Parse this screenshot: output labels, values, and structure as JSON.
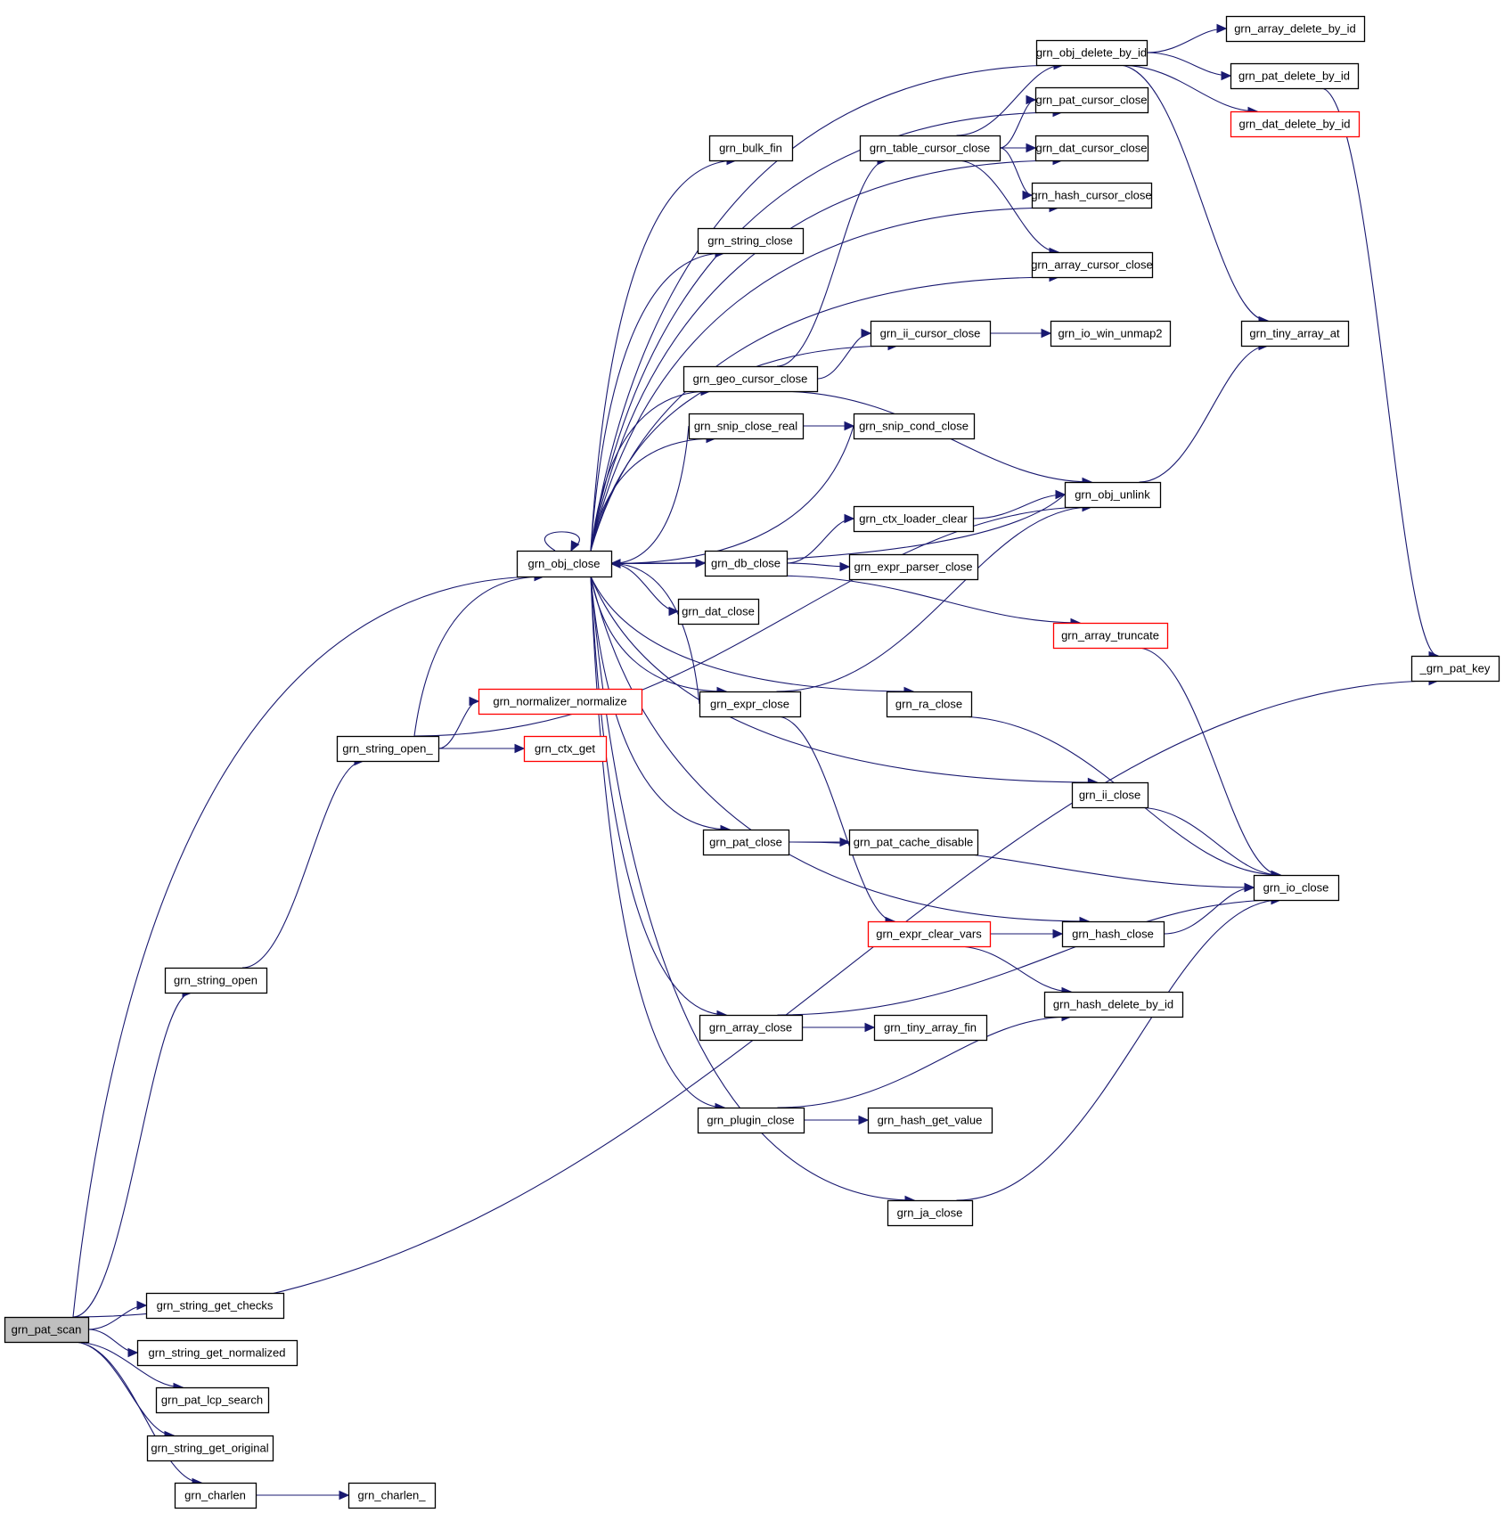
{
  "title": "grn_pat_scan call graph",
  "colors": {
    "edge": "#191970",
    "node_border": "#000000",
    "node_border_truncated": "#ff0000",
    "root_fill": "#bfbfbf"
  },
  "nodes": [
    {
      "id": "grn_pat_scan",
      "label": "grn_pat_scan",
      "style": "root"
    },
    {
      "id": "grn_string_open",
      "label": "grn_string_open",
      "style": "normal"
    },
    {
      "id": "grn_string_open_",
      "label": "grn_string_open_",
      "style": "normal"
    },
    {
      "id": "grn_normalizer_normalize",
      "label": "grn_normalizer_normalize",
      "style": "truncated"
    },
    {
      "id": "grn_ctx_get",
      "label": "grn_ctx_get",
      "style": "truncated"
    },
    {
      "id": "grn_obj_close",
      "label": "grn_obj_close",
      "style": "normal"
    },
    {
      "id": "grn_bulk_fin",
      "label": "grn_bulk_fin",
      "style": "normal"
    },
    {
      "id": "grn_string_close",
      "label": "grn_string_close",
      "style": "normal"
    },
    {
      "id": "grn_geo_cursor_close",
      "label": "grn_geo_cursor_close",
      "style": "normal"
    },
    {
      "id": "grn_snip_close_real",
      "label": "grn_snip_close_real",
      "style": "normal"
    },
    {
      "id": "grn_db_close",
      "label": "grn_db_close",
      "style": "normal"
    },
    {
      "id": "grn_dat_close",
      "label": "grn_dat_close",
      "style": "normal"
    },
    {
      "id": "grn_expr_close",
      "label": "grn_expr_close",
      "style": "normal"
    },
    {
      "id": "grn_pat_close",
      "label": "grn_pat_close",
      "style": "normal"
    },
    {
      "id": "grn_array_close",
      "label": "grn_array_close",
      "style": "normal"
    },
    {
      "id": "grn_plugin_close",
      "label": "grn_plugin_close",
      "style": "normal"
    },
    {
      "id": "grn_table_cursor_close",
      "label": "grn_table_cursor_close",
      "style": "normal"
    },
    {
      "id": "grn_ii_cursor_close",
      "label": "grn_ii_cursor_close",
      "style": "normal"
    },
    {
      "id": "grn_snip_cond_close",
      "label": "grn_snip_cond_close",
      "style": "normal"
    },
    {
      "id": "grn_ctx_loader_clear",
      "label": "grn_ctx_loader_clear",
      "style": "normal"
    },
    {
      "id": "grn_expr_parser_close",
      "label": "grn_expr_parser_close",
      "style": "normal"
    },
    {
      "id": "grn_ra_close",
      "label": "grn_ra_close",
      "style": "normal"
    },
    {
      "id": "grn_pat_cache_disable",
      "label": "grn_pat_cache_disable",
      "style": "normal"
    },
    {
      "id": "grn_expr_clear_vars",
      "label": "grn_expr_clear_vars",
      "style": "truncated"
    },
    {
      "id": "grn_tiny_array_fin",
      "label": "grn_tiny_array_fin",
      "style": "normal"
    },
    {
      "id": "grn_hash_get_value",
      "label": "grn_hash_get_value",
      "style": "normal"
    },
    {
      "id": "grn_ja_close",
      "label": "grn_ja_close",
      "style": "normal"
    },
    {
      "id": "grn_obj_delete_by_id",
      "label": "grn_obj_delete_by_id",
      "style": "normal"
    },
    {
      "id": "grn_pat_cursor_close",
      "label": "grn_pat_cursor_close",
      "style": "normal"
    },
    {
      "id": "grn_dat_cursor_close",
      "label": "grn_dat_cursor_close",
      "style": "normal"
    },
    {
      "id": "grn_hash_cursor_close",
      "label": "grn_hash_cursor_close",
      "style": "normal"
    },
    {
      "id": "grn_array_cursor_close",
      "label": "grn_array_cursor_close",
      "style": "normal"
    },
    {
      "id": "grn_io_win_unmap2",
      "label": "grn_io_win_unmap2",
      "style": "normal"
    },
    {
      "id": "grn_obj_unlink",
      "label": "grn_obj_unlink",
      "style": "normal"
    },
    {
      "id": "grn_array_truncate",
      "label": "grn_array_truncate",
      "style": "truncated"
    },
    {
      "id": "grn_ii_close",
      "label": "grn_ii_close",
      "style": "normal"
    },
    {
      "id": "grn_hash_close",
      "label": "grn_hash_close",
      "style": "normal"
    },
    {
      "id": "grn_hash_delete_by_id",
      "label": "grn_hash_delete_by_id",
      "style": "normal"
    },
    {
      "id": "grn_array_delete_by_id",
      "label": "grn_array_delete_by_id",
      "style": "normal"
    },
    {
      "id": "grn_pat_delete_by_id",
      "label": "grn_pat_delete_by_id",
      "style": "normal"
    },
    {
      "id": "grn_dat_delete_by_id",
      "label": "grn_dat_delete_by_id",
      "style": "truncated"
    },
    {
      "id": "grn_tiny_array_at",
      "label": "grn_tiny_array_at",
      "style": "normal"
    },
    {
      "id": "grn_io_close",
      "label": "grn_io_close",
      "style": "normal"
    },
    {
      "id": "_grn_pat_key",
      "label": "_grn_pat_key",
      "style": "normal"
    },
    {
      "id": "grn_string_get_checks",
      "label": "grn_string_get_checks",
      "style": "normal"
    },
    {
      "id": "grn_string_get_normalized",
      "label": "grn_string_get_normalized",
      "style": "normal"
    },
    {
      "id": "grn_pat_lcp_search",
      "label": "grn_pat_lcp_search",
      "style": "normal"
    },
    {
      "id": "grn_string_get_original",
      "label": "grn_string_get_original",
      "style": "normal"
    },
    {
      "id": "grn_charlen",
      "label": "grn_charlen",
      "style": "normal"
    },
    {
      "id": "grn_charlen_",
      "label": "grn_charlen_",
      "style": "normal"
    }
  ],
  "edges": [
    [
      "grn_pat_scan",
      "grn_obj_close"
    ],
    [
      "grn_pat_scan",
      "grn_string_open"
    ],
    [
      "grn_pat_scan",
      "_grn_pat_key"
    ],
    [
      "grn_pat_scan",
      "grn_string_get_checks"
    ],
    [
      "grn_pat_scan",
      "grn_string_get_normalized"
    ],
    [
      "grn_pat_scan",
      "grn_pat_lcp_search"
    ],
    [
      "grn_pat_scan",
      "grn_string_get_original"
    ],
    [
      "grn_pat_scan",
      "grn_charlen"
    ],
    [
      "grn_charlen",
      "grn_charlen_"
    ],
    [
      "grn_string_open",
      "grn_string_open_"
    ],
    [
      "grn_string_open_",
      "grn_obj_close"
    ],
    [
      "grn_string_open_",
      "grn_normalizer_normalize"
    ],
    [
      "grn_string_open_",
      "grn_ctx_get"
    ],
    [
      "grn_string_open_",
      "grn_obj_unlink"
    ],
    [
      "grn_obj_close",
      "grn_obj_close"
    ],
    [
      "grn_obj_close",
      "grn_obj_delete_by_id"
    ],
    [
      "grn_obj_close",
      "grn_pat_cursor_close"
    ],
    [
      "grn_obj_close",
      "grn_dat_cursor_close"
    ],
    [
      "grn_obj_close",
      "grn_bulk_fin"
    ],
    [
      "grn_obj_close",
      "grn_hash_cursor_close"
    ],
    [
      "grn_obj_close",
      "grn_string_close"
    ],
    [
      "grn_obj_close",
      "grn_array_cursor_close"
    ],
    [
      "grn_obj_close",
      "grn_ii_cursor_close"
    ],
    [
      "grn_obj_close",
      "grn_geo_cursor_close"
    ],
    [
      "grn_obj_close",
      "grn_snip_close_real"
    ],
    [
      "grn_obj_close",
      "grn_db_close"
    ],
    [
      "grn_obj_close",
      "grn_dat_close"
    ],
    [
      "grn_obj_close",
      "grn_expr_close"
    ],
    [
      "grn_obj_close",
      "grn_ra_close"
    ],
    [
      "grn_obj_close",
      "grn_ii_close"
    ],
    [
      "grn_obj_close",
      "grn_pat_close"
    ],
    [
      "grn_obj_close",
      "grn_hash_close"
    ],
    [
      "grn_obj_close",
      "grn_array_close"
    ],
    [
      "grn_obj_close",
      "grn_plugin_close"
    ],
    [
      "grn_obj_close",
      "grn_ja_close"
    ],
    [
      "grn_geo_cursor_close",
      "grn_table_cursor_close"
    ],
    [
      "grn_geo_cursor_close",
      "grn_ii_cursor_close"
    ],
    [
      "grn_geo_cursor_close",
      "grn_obj_unlink"
    ],
    [
      "grn_table_cursor_close",
      "grn_obj_delete_by_id"
    ],
    [
      "grn_table_cursor_close",
      "grn_pat_cursor_close"
    ],
    [
      "grn_table_cursor_close",
      "grn_dat_cursor_close"
    ],
    [
      "grn_table_cursor_close",
      "grn_hash_cursor_close"
    ],
    [
      "grn_table_cursor_close",
      "grn_array_cursor_close"
    ],
    [
      "grn_ii_cursor_close",
      "grn_io_win_unmap2"
    ],
    [
      "grn_snip_close_real",
      "grn_obj_close"
    ],
    [
      "grn_snip_close_real",
      "grn_snip_cond_close"
    ],
    [
      "grn_snip_cond_close",
      "grn_obj_close"
    ],
    [
      "grn_obj_unlink",
      "grn_obj_close"
    ],
    [
      "grn_obj_unlink",
      "grn_tiny_array_at"
    ],
    [
      "grn_db_close",
      "grn_obj_close"
    ],
    [
      "grn_db_close",
      "grn_ctx_loader_clear"
    ],
    [
      "grn_db_close",
      "grn_expr_parser_close"
    ],
    [
      "grn_db_close",
      "grn_array_truncate"
    ],
    [
      "grn_ctx_loader_clear",
      "grn_obj_unlink"
    ],
    [
      "grn_expr_close",
      "grn_obj_close"
    ],
    [
      "grn_expr_close",
      "grn_obj_unlink"
    ],
    [
      "grn_expr_close",
      "grn_expr_clear_vars"
    ],
    [
      "grn_expr_clear_vars",
      "grn_hash_close"
    ],
    [
      "grn_expr_clear_vars",
      "grn_hash_delete_by_id"
    ],
    [
      "grn_ra_close",
      "grn_io_close"
    ],
    [
      "grn_ii_close",
      "grn_io_close"
    ],
    [
      "grn_pat_close",
      "grn_pat_cache_disable"
    ],
    [
      "grn_pat_close",
      "grn_io_close"
    ],
    [
      "grn_hash_close",
      "grn_io_close"
    ],
    [
      "grn_array_truncate",
      "grn_io_close"
    ],
    [
      "grn_array_close",
      "grn_tiny_array_fin"
    ],
    [
      "grn_array_close",
      "grn_io_close"
    ],
    [
      "grn_plugin_close",
      "grn_hash_get_value"
    ],
    [
      "grn_plugin_close",
      "grn_hash_delete_by_id"
    ],
    [
      "grn_ja_close",
      "grn_io_close"
    ],
    [
      "grn_obj_delete_by_id",
      "grn_array_delete_by_id"
    ],
    [
      "grn_obj_delete_by_id",
      "grn_pat_delete_by_id"
    ],
    [
      "grn_obj_delete_by_id",
      "grn_dat_delete_by_id"
    ],
    [
      "grn_obj_delete_by_id",
      "grn_tiny_array_at"
    ],
    [
      "grn_pat_delete_by_id",
      "_grn_pat_key"
    ]
  ]
}
